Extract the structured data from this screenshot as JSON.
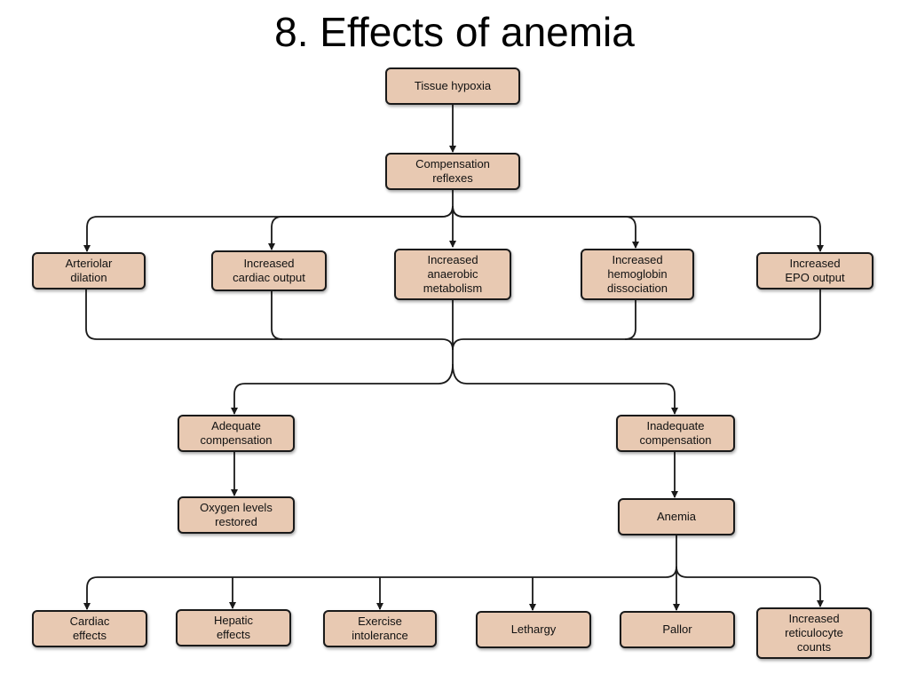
{
  "title": "8. Effects of anemia",
  "nodes": {
    "tissue_hypoxia": "Tissue hypoxia",
    "compensation_reflexes": "Compensation\nreflexes",
    "arteriolar_dilation": "Arteriolar\ndilation",
    "increased_cardiac_output": "Increased\ncardiac output",
    "increased_anaerobic_metabolism": "Increased\nanaerobic\nmetabolism",
    "increased_hemoglobin_dissociation": "Increased\nhemoglobin\ndissociation",
    "increased_epo_output": "Increased\nEPO output",
    "adequate_compensation": "Adequate\ncompensation",
    "inadequate_compensation": "Inadequate\ncompensation",
    "oxygen_levels_restored": "Oxygen levels\nrestored",
    "anemia": "Anemia",
    "cardiac_effects": "Cardiac\neffects",
    "hepatic_effects": "Hepatic\neffects",
    "exercise_intolerance": "Exercise\nintolerance",
    "lethargy": "Lethargy",
    "pallor": "Pallor",
    "increased_reticulocyte_counts": "Increased\nreticulocyte\ncounts"
  },
  "edges": [
    [
      "tissue_hypoxia",
      "compensation_reflexes"
    ],
    [
      "compensation_reflexes",
      "arteriolar_dilation"
    ],
    [
      "compensation_reflexes",
      "increased_cardiac_output"
    ],
    [
      "compensation_reflexes",
      "increased_anaerobic_metabolism"
    ],
    [
      "compensation_reflexes",
      "increased_hemoglobin_dissociation"
    ],
    [
      "compensation_reflexes",
      "increased_epo_output"
    ],
    [
      "arteriolar_dilation",
      "adequate_compensation"
    ],
    [
      "increased_cardiac_output",
      "adequate_compensation"
    ],
    [
      "increased_anaerobic_metabolism",
      "adequate_compensation"
    ],
    [
      "increased_hemoglobin_dissociation",
      "adequate_compensation"
    ],
    [
      "increased_epo_output",
      "adequate_compensation"
    ],
    [
      "arteriolar_dilation",
      "inadequate_compensation"
    ],
    [
      "increased_cardiac_output",
      "inadequate_compensation"
    ],
    [
      "increased_anaerobic_metabolism",
      "inadequate_compensation"
    ],
    [
      "increased_hemoglobin_dissociation",
      "inadequate_compensation"
    ],
    [
      "increased_epo_output",
      "inadequate_compensation"
    ],
    [
      "adequate_compensation",
      "oxygen_levels_restored"
    ],
    [
      "inadequate_compensation",
      "anemia"
    ],
    [
      "anemia",
      "cardiac_effects"
    ],
    [
      "anemia",
      "hepatic_effects"
    ],
    [
      "anemia",
      "exercise_intolerance"
    ],
    [
      "anemia",
      "lethargy"
    ],
    [
      "anemia",
      "pallor"
    ],
    [
      "anemia",
      "increased_reticulocyte_counts"
    ]
  ],
  "colors": {
    "node_fill": "#e8c9b2",
    "node_border": "#1a1a1a",
    "connector": "#1a1a1a"
  }
}
